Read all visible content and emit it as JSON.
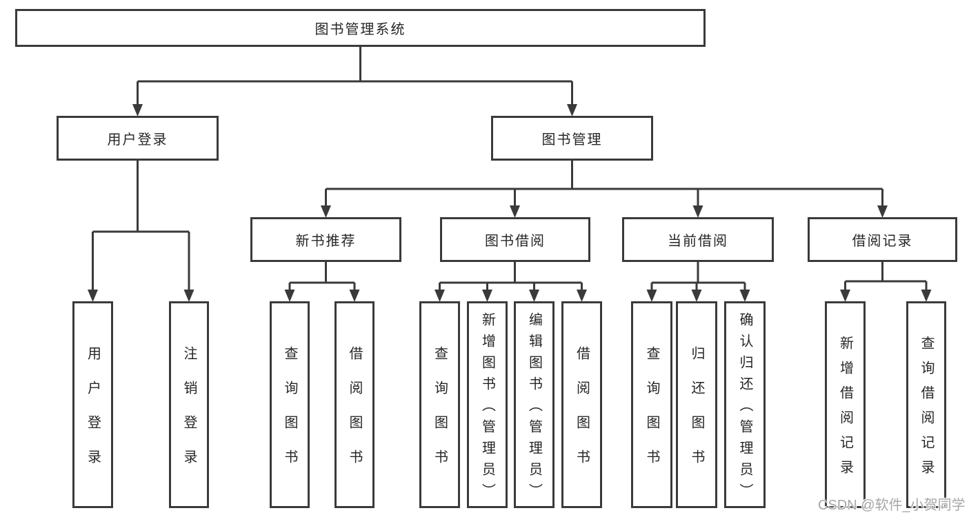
{
  "diagram": {
    "title": "图书管理系统",
    "level2": [
      {
        "label": "用户登录"
      },
      {
        "label": "图书管理"
      }
    ],
    "level3": [
      {
        "label": "新书推荐"
      },
      {
        "label": "图书借阅"
      },
      {
        "label": "当前借阅"
      },
      {
        "label": "借阅记录"
      }
    ],
    "leaves": {
      "user_login": [
        {
          "label": "用户登录"
        },
        {
          "label": "注销登录"
        }
      ],
      "new_book_recommend": [
        {
          "label": "查询图书"
        },
        {
          "label": "借阅图书"
        }
      ],
      "book_borrow": [
        {
          "label": "查询图书"
        },
        {
          "label": "新增图书（管理员）"
        },
        {
          "label": "编辑图书（管理员）"
        },
        {
          "label": "借阅图书"
        }
      ],
      "current_borrow": [
        {
          "label": "查询图书"
        },
        {
          "label": "归还图书"
        },
        {
          "label": "确认归还（管理员）"
        }
      ],
      "borrow_record": [
        {
          "label": "新增借阅记录"
        },
        {
          "label": "查询借阅记录"
        }
      ]
    },
    "watermark": "CSDN @软件_小贺同学",
    "colors": {
      "line": "#3a3a3a",
      "text": "#262626",
      "background": "#ffffff",
      "watermark": "#9e9e9e"
    }
  }
}
